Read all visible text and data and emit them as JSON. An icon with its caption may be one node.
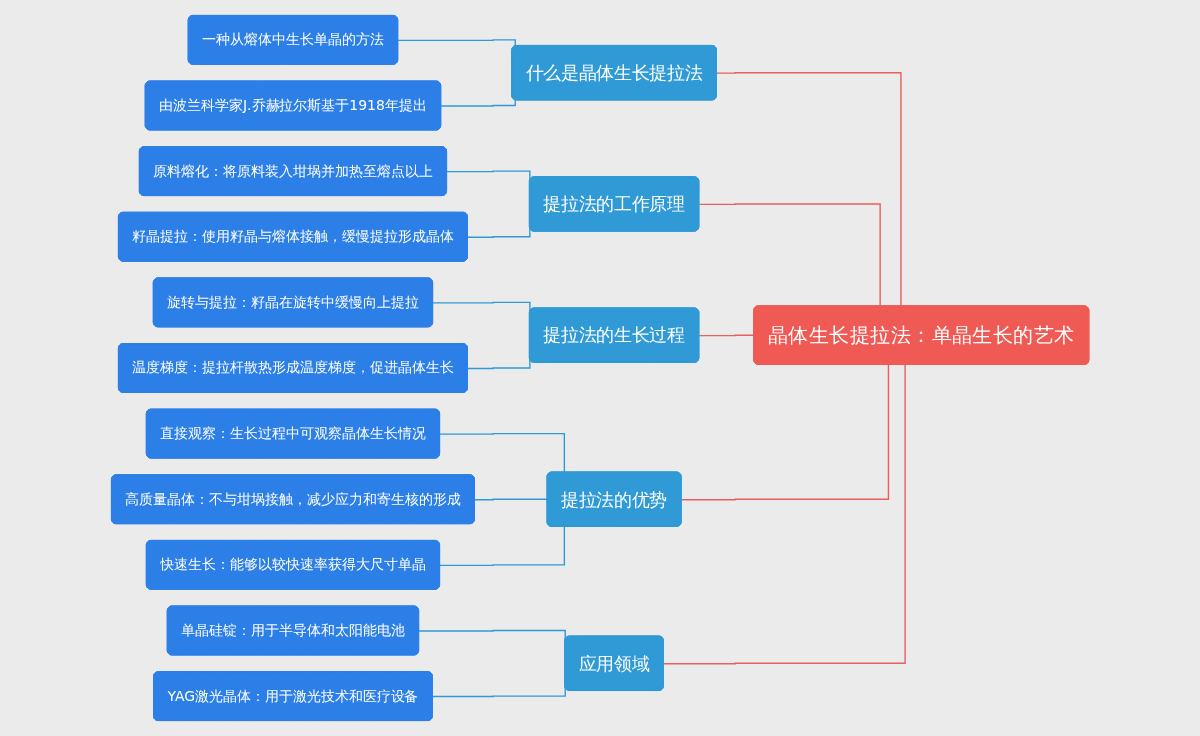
{
  "diagram": {
    "nodes": [
      {
        "text": [
          "晶体生长提拉法：单晶生长的艺术"
        ]
      },
      {
        "text": [
          "什么是晶体生长提拉法"
        ]
      },
      {
        "text": [
          "一种从熔体中生长单晶的方法"
        ]
      },
      {
        "text": [
          "由波兰科学家J.乔赫拉尔斯基于1918年提出"
        ]
      },
      {
        "text": [
          "提拉法的工作原理"
        ]
      },
      {
        "text": [
          "原料熔化：将原料装入坩埚并加热至熔点以上"
        ]
      },
      {
        "text": [
          "籽晶提拉：使用籽晶与熔体接触，缓慢提拉形成晶体"
        ]
      },
      {
        "text": [
          "提拉法的生长过程"
        ]
      },
      {
        "text": [
          "旋转与提拉：籽晶在旋转中缓慢向上提拉"
        ]
      },
      {
        "text": [
          "温度梯度：提拉杆散热形成温度梯度，促进晶体生长"
        ]
      },
      {
        "text": [
          "提拉法的优势"
        ]
      },
      {
        "text": [
          "直接观察：生长过程中可观察晶体生长情况"
        ]
      },
      {
        "text": [
          "高质量晶体：不与坩埚接触，减少应力和寄生核的形成"
        ]
      },
      {
        "text": [
          "快速生长：能够以较快速率获得大尺寸单晶"
        ]
      },
      {
        "text": [
          "应用领域"
        ]
      },
      {
        "text": [
          "单晶硅锭：用于半导体和太阳能电池"
        ]
      },
      {
        "text": [
          "YAG激光晶体：用于激光技术和医疗设备"
        ]
      }
    ],
    "edges": [
      {
        "from": 0,
        "to": 1,
        "arrow": "none",
        "color": "#e8605c"
      },
      {
        "from": 1,
        "to": 2,
        "arrow": "none"
      },
      {
        "from": 1,
        "to": 3,
        "arrow": "none"
      },
      {
        "from": 0,
        "to": 4,
        "arrow": "none",
        "color": "#e8605c"
      },
      {
        "from": 4,
        "to": 5,
        "arrow": "none"
      },
      {
        "from": 4,
        "to": 6,
        "arrow": "none"
      },
      {
        "from": 0,
        "to": 7,
        "arrow": "none",
        "color": "#e8605c"
      },
      {
        "from": 7,
        "to": 8,
        "arrow": "none"
      },
      {
        "from": 7,
        "to": 9,
        "arrow": "none"
      },
      {
        "from": 0,
        "to": 10,
        "arrow": "none",
        "color": "#e8605c"
      },
      {
        "from": 10,
        "to": 11,
        "arrow": "none"
      },
      {
        "from": 10,
        "to": 12,
        "arrow": "none"
      },
      {
        "from": 10,
        "to": 13,
        "arrow": "none"
      },
      {
        "from": 0,
        "to": 14,
        "arrow": "none",
        "color": "#e8605c"
      },
      {
        "from": 14,
        "to": 15,
        "arrow": "none"
      },
      {
        "from": 14,
        "to": 16,
        "arrow": "none"
      }
    ]
  }
}
